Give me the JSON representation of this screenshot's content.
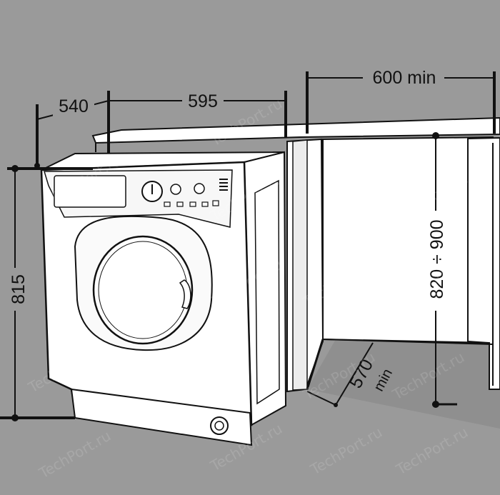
{
  "dimensions": {
    "depth": "540",
    "width": "595",
    "gap_width": "600 min",
    "height": "815",
    "counter_height": "820 ÷ 900",
    "gap_depth_value": "570",
    "gap_depth_unit": "min"
  },
  "watermark": "TechPort.ru",
  "colors": {
    "background": "#9a9a9a",
    "appliance": "#ffffff",
    "line": "#111111",
    "shadow": "#b9b9b9"
  },
  "icons": [
    "washing-machine",
    "drum-door",
    "door-handle",
    "control-knob",
    "filter-cap",
    "kitchen-cabinet",
    "counter-top"
  ]
}
